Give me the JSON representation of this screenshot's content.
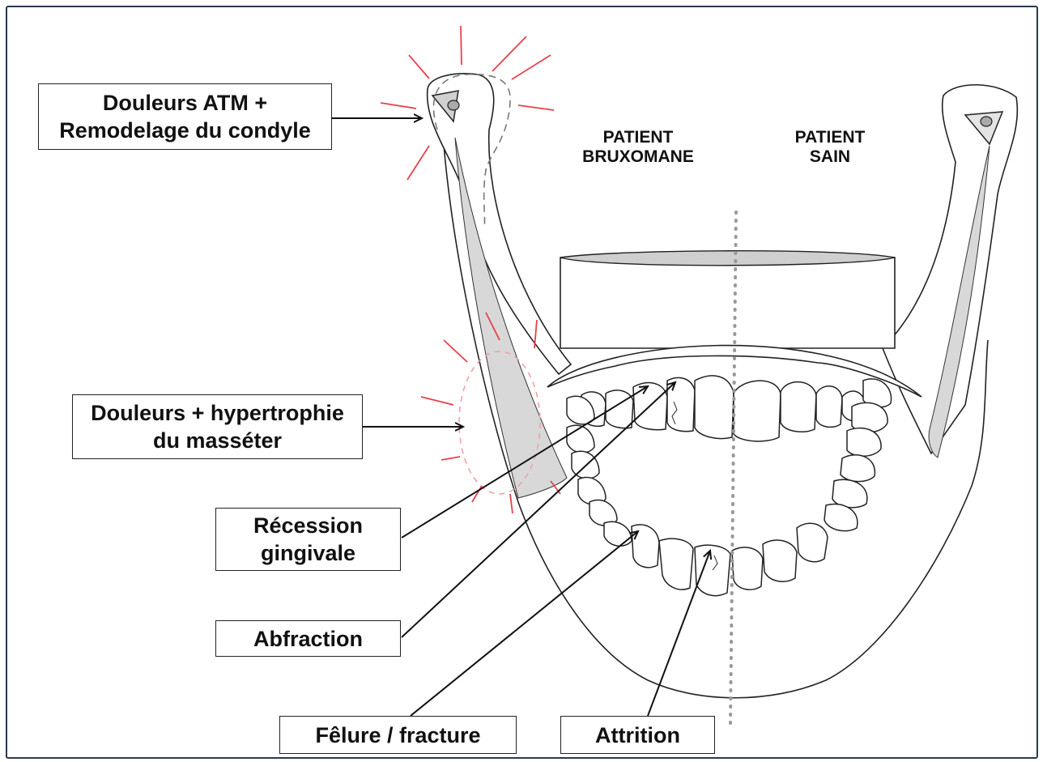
{
  "headers": {
    "bruxomane": "PATIENT\nBRUXOMANE",
    "sain": "PATIENT\nSAIN"
  },
  "labels": {
    "atm": "Douleurs ATM +\nRemodelage du condyle",
    "masseter": "Douleurs + hypertrophie\ndu masséter",
    "recession": "Récession\ngingivale",
    "abfraction": "Abfraction",
    "felure": "Fêlure / fracture",
    "attrition": "Attrition"
  },
  "colors": {
    "pain_rays": "#e8414a",
    "bone_fill": "#d8d8d8",
    "outline": "#222222",
    "frame": "#2a3a4e"
  }
}
